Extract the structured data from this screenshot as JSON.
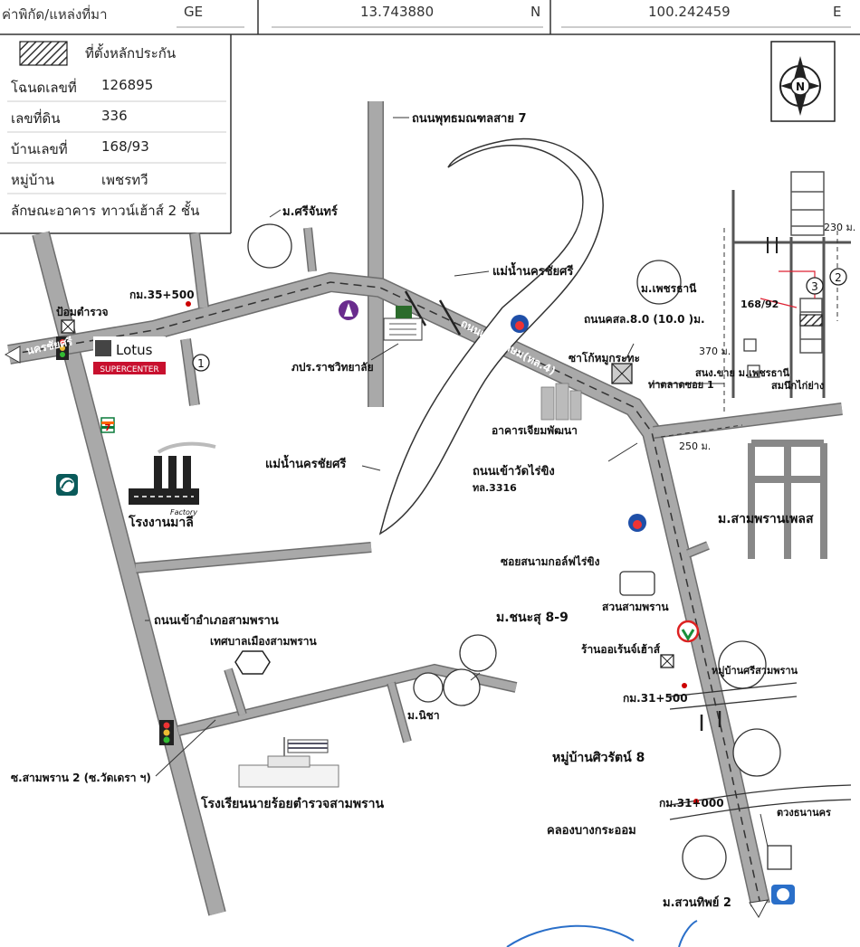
{
  "header": {
    "source_label": "ค่าพิกัด/แหล่งที่มา",
    "source_value": "GE",
    "lat": "13.743880",
    "lat_dir": "N",
    "lon": "100.242459",
    "lon_dir": "E"
  },
  "info": {
    "legend_label": "ที่ตั้งหลักประกัน",
    "rows": [
      {
        "key": "โฉนดเลขที่",
        "value": "126895"
      },
      {
        "key": "เลขที่ดิน",
        "value": "336"
      },
      {
        "key": "บ้านเลขที่",
        "value": "168/93"
      },
      {
        "key": "หมู่บ้าน",
        "value": "เพชรทวี"
      },
      {
        "key": "ลักษณะอาคาร",
        "value": "ทาวน์เฮ้าส์ 2 ชั้น"
      }
    ]
  },
  "compass": {
    "letter": "N"
  },
  "labels": {
    "phutthamonthon": "ถนนพุทธมณฑลสาย 7",
    "sichan": "ม.ศรีจันทร์",
    "km35": "กม.35+500",
    "police": "ป้อมตำรวจ",
    "nakhonchaisi_junction": "นครชัยศรี",
    "lotus_brand": "Lotus",
    "lotus_sub": "SUPERCENTER",
    "circle1": "1",
    "river_top": "แม่น้ำนครชัยศรี",
    "river_mid": "แม่น้ำนครชัยศรี",
    "phetkasem": "ถนนเพชรเกษม(ทล.4)",
    "rajabhat": "ภปร.ราชวิทยาลัย",
    "sako": "ซาโก้หมูกระทะ",
    "building": "อาคารเจียมพัฒนา",
    "road_width": "ถนนคสล.8.0 (10.0 )ม.",
    "phetthani": "ม.เพชรธานี",
    "circle2": "2",
    "circle3": "3",
    "house_no": "168/92",
    "dist_230": "230 ม.",
    "dist_370": "370 ม.",
    "dist_250": "250 ม.",
    "market": "ท่าตลาดซอย 1",
    "samyaek": "สนง.ขาย ม.เพชรธานี",
    "samyaek2": "สมนึกไก่ย่าง",
    "factory_word": "Factory",
    "factory": "โรงงานมาลี",
    "wat_rai_khing": "ถนนเข้าวัดไร่ขิง",
    "route_3316": "ทล.3316",
    "sampran_place": "ม.สามพรานเพลส",
    "golf": "ซอยสนามกอล์ฟไร่ขิง",
    "suan_sampran": "สวนสามพราน",
    "chana": "ม.ชนะสุ 8-9",
    "amphoe": "ถนนเข้าอำเภอสามพราน",
    "thetsaban": "เทศบาลเมืองสามพราน",
    "nicha": "ม.นิชา",
    "store": "ร้านออเร้นจ์เฮ้าส์",
    "sriprasit": "หมู่บ้านศรีสามพราน",
    "km31_500": "กม.31+500",
    "siwarat": "หมู่บ้านศิวรัตน์ 8",
    "km31_000": "กม.31+000",
    "canal": "คลองบางกระออม",
    "suanthip": "ม.สวนทิพย์ 2",
    "sampran2": "ซ.สามพราน 2 (ซ.วัดเดรา ฯ)",
    "school": "โรงเรียนนายร้อยตำรวจสามพราน",
    "bank_branch": "ตวงธนานคร"
  },
  "colors": {
    "road": "#a9a9a9",
    "road_edge": "#6e6e6e",
    "lotus_red": "#c8102e",
    "temple": "#6a2c8e",
    "ptt_blue": "#1f4fa8",
    "seven_green": "#0a7a3a",
    "kbank_green": "#1a8f3a"
  },
  "icons": [
    "compass-icon",
    "police-box-icon",
    "traffic-light-icon",
    "temple-icon",
    "gas-station-icon",
    "hexagon-icon",
    "factory-icon",
    "seven-eleven-icon",
    "bank-icon",
    "school-icon"
  ]
}
